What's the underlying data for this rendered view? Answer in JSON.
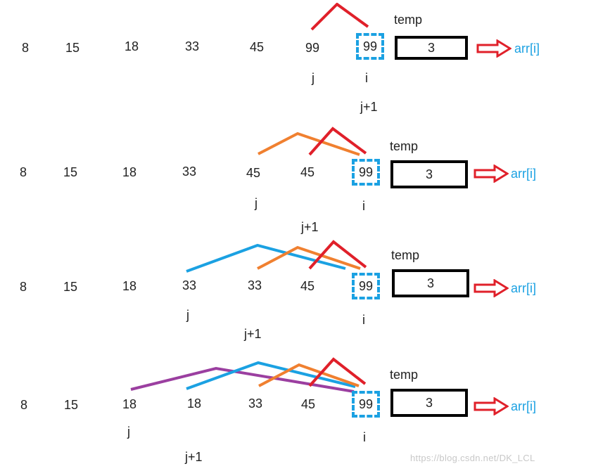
{
  "rows": [
    {
      "values": [
        "8",
        "15",
        "18",
        "33",
        "45",
        "99"
      ],
      "current": "99",
      "j_label": "j",
      "i_label": "i",
      "jp1_label": "j+1",
      "temp_label": "temp",
      "temp_value": "3",
      "arr_label": "arr[i]"
    },
    {
      "values": [
        "8",
        "15",
        "18",
        "33",
        "45",
        "45"
      ],
      "current": "99",
      "j_label": "j",
      "i_label": "i",
      "jp1_label": "j+1",
      "temp_label": "temp",
      "temp_value": "3",
      "arr_label": "arr[i]"
    },
    {
      "values": [
        "8",
        "15",
        "18",
        "33",
        "33",
        "45"
      ],
      "current": "99",
      "j_label": "j",
      "i_label": "i",
      "jp1_label": "j+1",
      "temp_label": "temp",
      "temp_value": "3",
      "arr_label": "arr[i]"
    },
    {
      "values": [
        "8",
        "15",
        "18",
        "18",
        "33",
        "45"
      ],
      "current": "99",
      "j_label": "j",
      "i_label": "i",
      "jp1_label": "j+1",
      "temp_label": "temp",
      "temp_value": "3",
      "arr_label": "arr[i]"
    }
  ],
  "colors": {
    "red": "#e0202a",
    "orange": "#f08030",
    "blue": "#1ba1e2",
    "purple": "#9b3fa0",
    "text": "#222222"
  },
  "watermark": "https://blog.csdn.net/DK_LCL"
}
